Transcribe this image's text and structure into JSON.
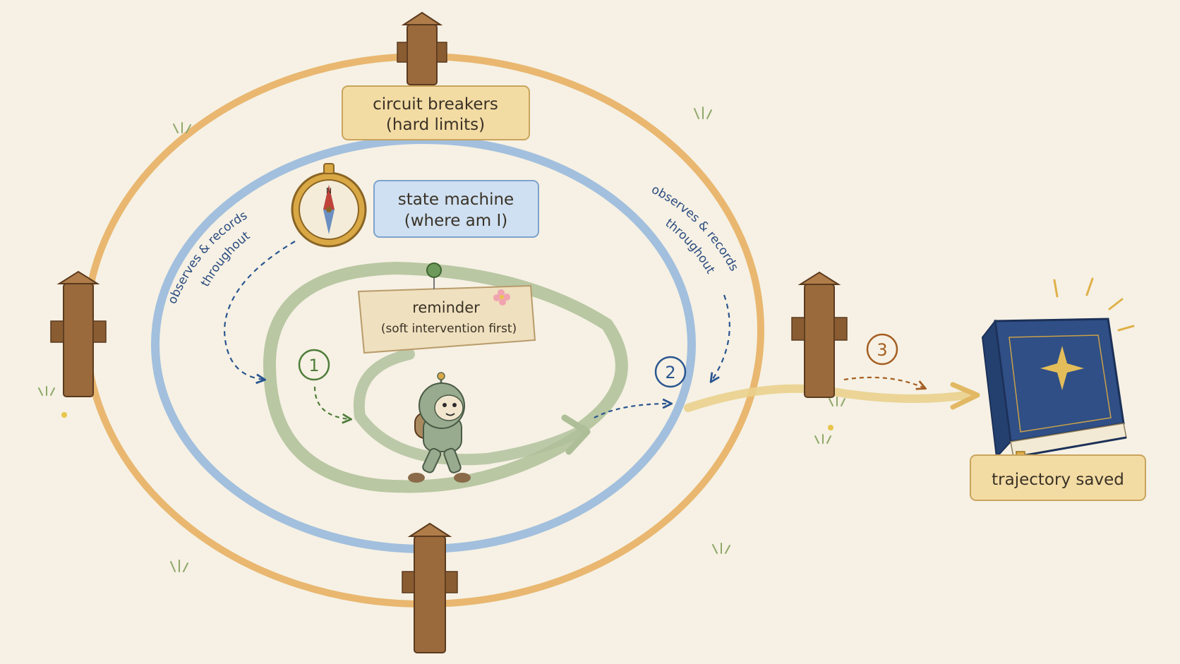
{
  "labels": {
    "circuit_breakers": [
      "circuit breakers",
      "(hard limits)"
    ],
    "state_machine": [
      "state machine",
      "(where am I)"
    ],
    "reminder": [
      "reminder",
      "(soft intervention first)"
    ],
    "trajectory": "trajectory saved",
    "observes_left": [
      "observes & records",
      "throughout"
    ],
    "observes_right": [
      "observes & records",
      "throughout"
    ]
  },
  "steps": [
    "1",
    "2",
    "3"
  ],
  "colors": {
    "outer_ring": "#e6ad5c",
    "middle_ring": "#93b6dc",
    "inner_spiral": "#aebf98",
    "step1": "#4f7d3a",
    "step2": "#2a5590",
    "step3": "#a55e22",
    "tag_fill": "#f3dca4",
    "blue_tag_fill": "#cfe0f2",
    "book": "#2f4f86",
    "post": "#9a6a3c"
  },
  "icons": [
    "compass-icon",
    "pushpin-icon",
    "robot-icon",
    "book-icon",
    "flower-icon",
    "fence-post-icon"
  ]
}
